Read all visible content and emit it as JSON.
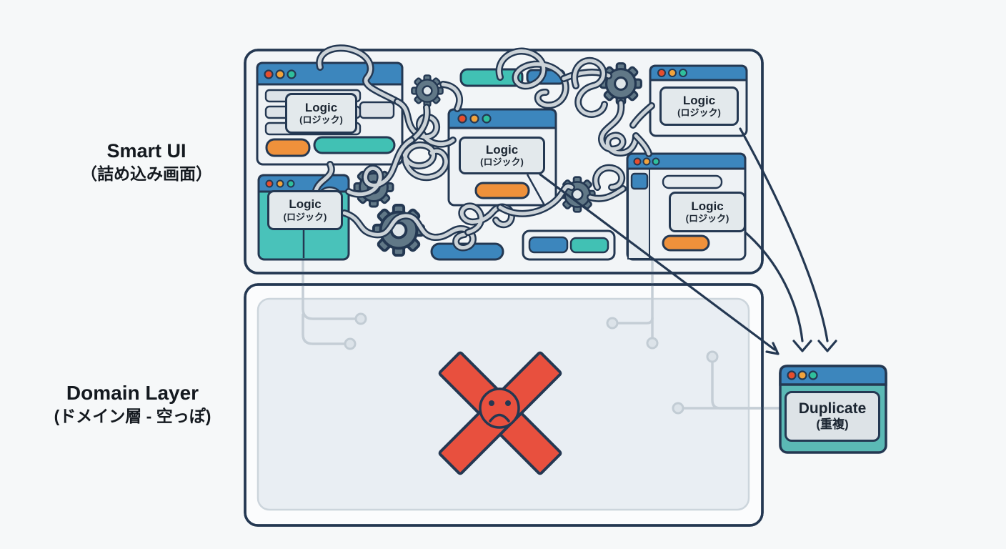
{
  "diagram": {
    "smart_ui_label": {
      "title": "Smart UI",
      "subtitle": "（詰め込み画面）"
    },
    "domain_label": {
      "title": "Domain Layer",
      "subtitle": "(ドメイン層 - 空っぽ)"
    },
    "logic_label": {
      "title": "Logic",
      "subtitle": "(ロジック)"
    },
    "duplicate_label": {
      "title": "Duplicate",
      "subtitle": "(重複)"
    }
  },
  "icons": [
    "gear-icon",
    "sad-face-icon",
    "x-mark-icon",
    "window-traffic-dots",
    "tangled-wire",
    "circuit-trace",
    "dependency-arrow"
  ],
  "colors": {
    "outline": "#243852",
    "titlebar_blue": "#3c86bd",
    "teal": "#41c1b4",
    "window_teal_body": "#49c2ba",
    "duplicate_teal_body": "#5bb9b5",
    "orange": "#ef913b",
    "red_x": "#e8503e",
    "dot_red": "#e64e2e",
    "dot_yellow": "#f2a33c",
    "dot_green": "#2fbf9c",
    "wire_gray": "#ccd3d8",
    "gear_slate": "#617887",
    "trace_gray": "#c5ced6",
    "panel_light": "#eef2f5"
  }
}
